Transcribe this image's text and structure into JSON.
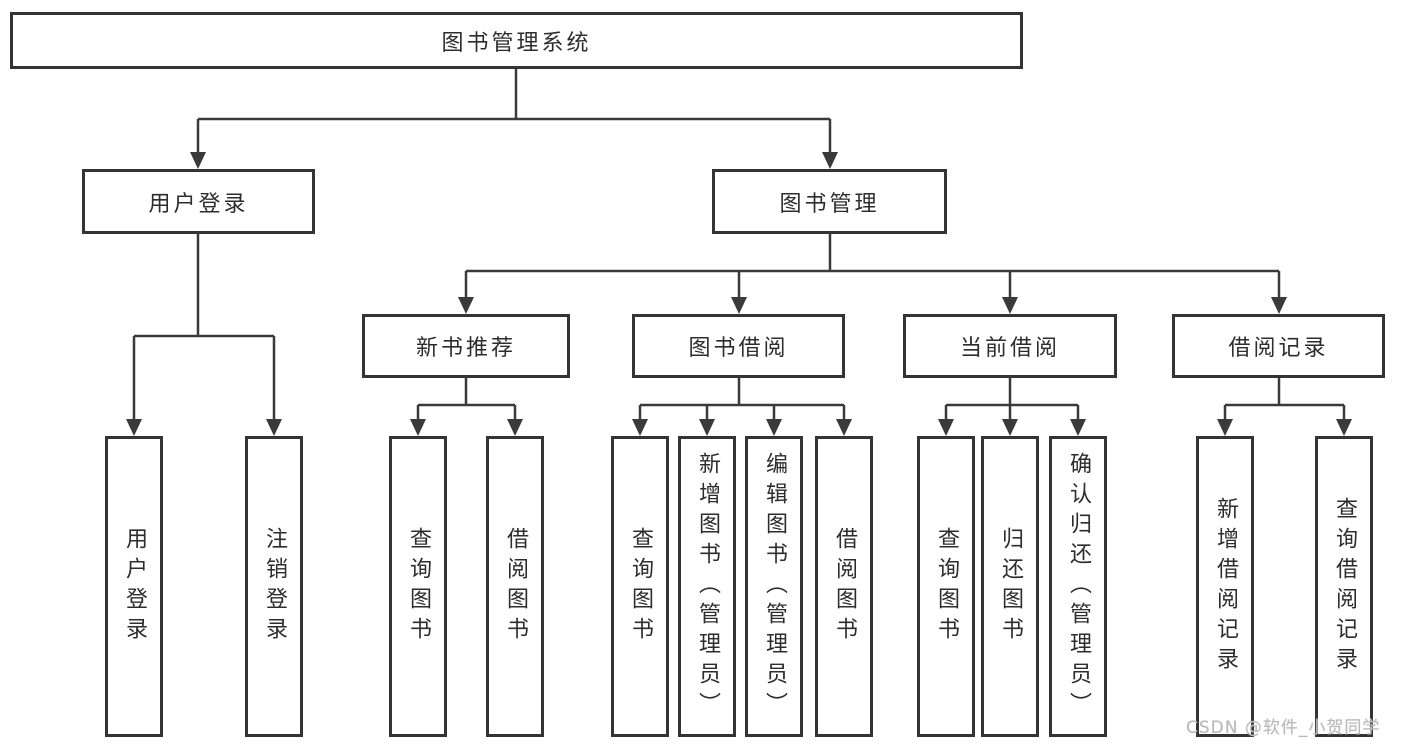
{
  "diagram_title": "图书管理系统",
  "nodes": {
    "root": "图书管理系统",
    "user_login": "用户登录",
    "book_management": "图书管理",
    "new_book_recommend": "新书推荐",
    "book_borrow": "图书借阅",
    "current_borrow": "当前借阅",
    "borrow_records": "借阅记录",
    "ul_user_login": "用户登录",
    "ul_logout": "注销登录",
    "nb_query_books": "查询图书",
    "nb_borrow_books": "借阅图书",
    "bb_query_books": "查询图书",
    "bb_add_books": "新增图书（管理员）",
    "bb_edit_books": "编辑图书（管理员）",
    "bb_borrow_books": "借阅图书",
    "cb_query_books": "查询图书",
    "cb_return_books": "归还图书",
    "cb_confirm_return": "确认归还（管理员）",
    "br_add_record": "新增借阅记录",
    "br_query_record": "查询借阅记录"
  },
  "hierarchy": {
    "root": [
      "user_login",
      "book_management"
    ],
    "user_login": [
      "ul_user_login",
      "ul_logout"
    ],
    "book_management": [
      "new_book_recommend",
      "book_borrow",
      "current_borrow",
      "borrow_records"
    ],
    "new_book_recommend": [
      "nb_query_books",
      "nb_borrow_books"
    ],
    "book_borrow": [
      "bb_query_books",
      "bb_add_books",
      "bb_edit_books",
      "bb_borrow_books"
    ],
    "current_borrow": [
      "cb_query_books",
      "cb_return_books",
      "cb_confirm_return"
    ],
    "borrow_records": [
      "br_add_record",
      "br_query_record"
    ]
  },
  "watermark": {
    "text": "CSDN @软件_小贺同学"
  },
  "colors": {
    "background": "#ffffff",
    "box_border": "#343434",
    "connector_line": "#3a3a3a",
    "text": "#2d2d2d",
    "watermark_text": "#b9b9b9"
  }
}
